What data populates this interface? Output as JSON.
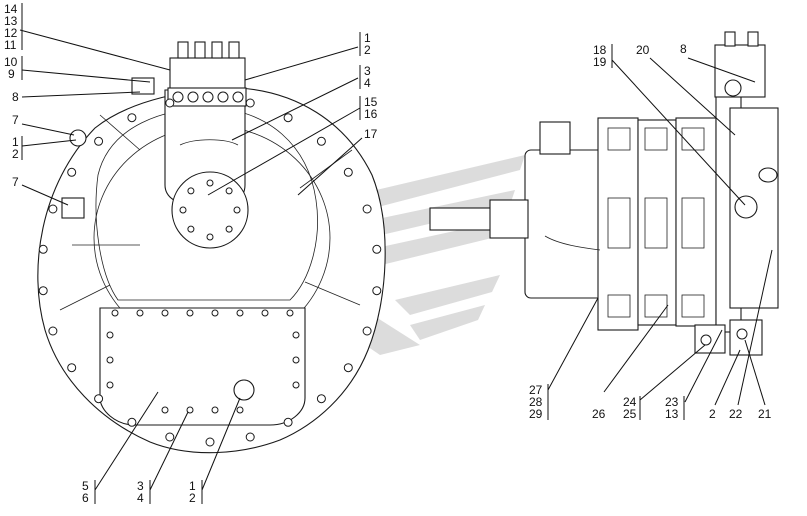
{
  "callouts": {
    "left": {
      "c_14_13_12_11": [
        "14",
        "13",
        "12",
        "11"
      ],
      "c_10_9": [
        "10",
        "9"
      ],
      "c_8": [
        "8"
      ],
      "c_7a": [
        "7"
      ],
      "c_1_2a": [
        "1",
        "2"
      ],
      "c_7b": [
        "7"
      ],
      "c_1_2b": [
        "1",
        "2"
      ],
      "c_3_4a": [
        "3",
        "4"
      ],
      "c_15_16": [
        "15",
        "16"
      ],
      "c_17": [
        "17"
      ],
      "c_5_6": [
        "5",
        "6"
      ],
      "c_3_4b": [
        "3",
        "4"
      ],
      "c_1_2c": [
        "1",
        "2"
      ]
    },
    "right": {
      "c_18_19": [
        "18",
        "19"
      ],
      "c_20": [
        "20"
      ],
      "c_8": [
        "8"
      ],
      "c_27_28_29": [
        "27",
        "28",
        "29"
      ],
      "c_26": [
        "26"
      ],
      "c_24_25": [
        "24",
        "25"
      ],
      "c_23_13": [
        "23",
        "13"
      ],
      "c_2": [
        "2"
      ],
      "c_22": [
        "22"
      ],
      "c_21": [
        "21"
      ]
    }
  },
  "watermark": {
    "color": "#d9d9d9"
  }
}
